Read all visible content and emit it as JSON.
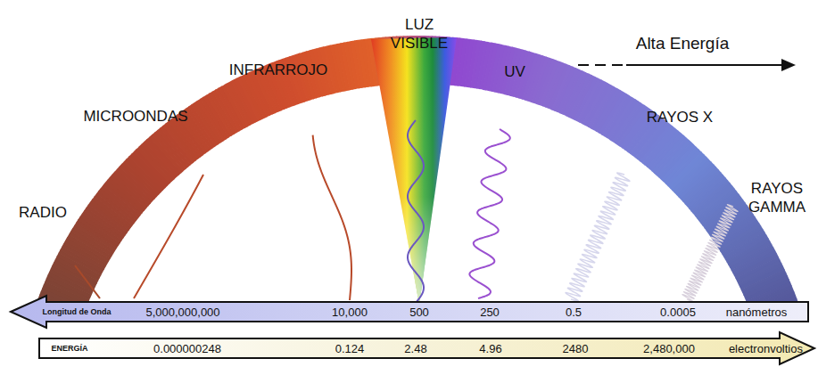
{
  "diagram": {
    "nodes": [
      {
        "text": [
          "Longitud de Onda",
          "5,000,000,000",
          "10,000",
          "500",
          "250",
          "0.5",
          "0.0005",
          "nanómetros"
        ]
      },
      {
        "text": [
          "ENERGÍA",
          "0.000000248",
          "0.124",
          "2.48",
          "4.96",
          "2480",
          "2,480,000",
          "electronvoltios"
        ]
      }
    ],
    "labels": [
      "LUZ VISIBLE",
      "Alta Energía",
      "INFRARROJO",
      "MICROONDAS",
      "UV",
      "RAYOS X",
      "RADIO",
      "RAYOS GAMMA"
    ]
  }
}
